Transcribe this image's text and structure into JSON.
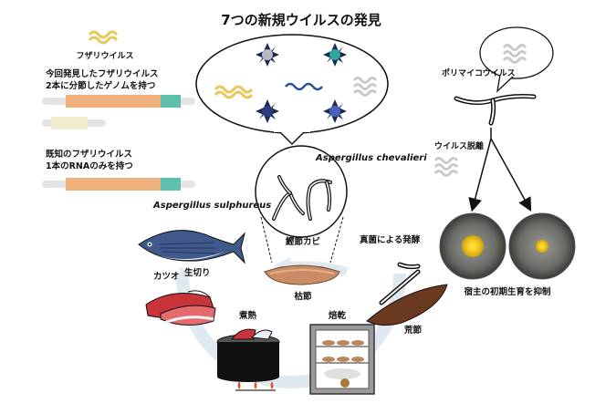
{
  "title": "7つの新規ウイルスの発見",
  "legend": {
    "fusariviridae": "フザリウイルス",
    "new_line1": "今回発見したフザリウイルス",
    "new_line2": "2本に分節したゲノムを持つ",
    "known_line1": "既知のフザリウイルス",
    "known_line2": "1本のRNAのみを持つ"
  },
  "species": {
    "chevalieri": "Aspergillus chevalieri",
    "sulphureus": "Aspergillus sulphureus"
  },
  "right": {
    "polymyco": "ポリマイコウイルス",
    "curing": "ウイルス脱離",
    "inhibit": "宿主の初期生育を抑制"
  },
  "process": {
    "katsuo": "カツオ",
    "namagiri": "生切り",
    "nijuku": "煮熱",
    "baikan": "焙乾",
    "arabushi": "荒節",
    "hakkou": "真菌による発酵",
    "karebushi": "枯節",
    "kabi": "鰹節カビ"
  },
  "colors": {
    "segment_orange": "#f0b07c",
    "segment_teal": "#5fbfad",
    "segment_cream": "#f1ebcf",
    "virus_yellow": "#e8c85a",
    "virus_blue": "#2b4f9c",
    "cycle_arrow": "#dfeaf0"
  }
}
